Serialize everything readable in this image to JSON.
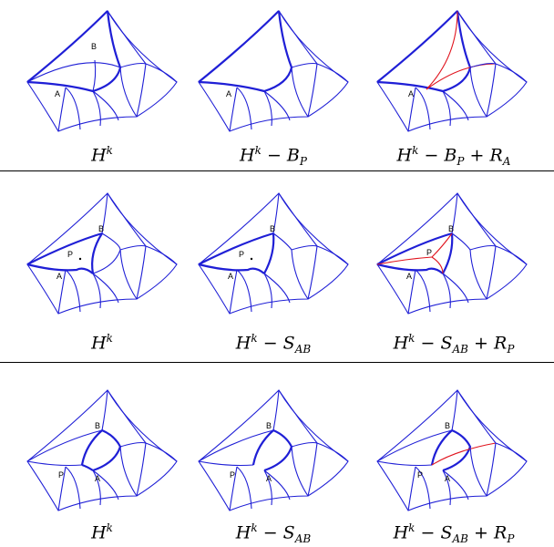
{
  "rows": [
    {
      "panels": [
        {
          "caption": {
            "base": "H",
            "sup": "k",
            "rest": []
          },
          "labels": {
            "A": "A",
            "B": "B"
          }
        },
        {
          "caption": {
            "base": "H",
            "sup": "k",
            "rest": [
              {
                "op": "−",
                "sym": "B",
                "sub": "P"
              }
            ]
          },
          "labels": {
            "A": "A"
          }
        },
        {
          "caption": {
            "base": "H",
            "sup": "k",
            "rest": [
              {
                "op": "−",
                "sym": "B",
                "sub": "P"
              },
              {
                "op": "+",
                "sym": "R",
                "sub": "A"
              }
            ]
          },
          "labels": {
            "A": "A"
          }
        }
      ]
    },
    {
      "panels": [
        {
          "caption": {
            "base": "H",
            "sup": "k",
            "rest": []
          },
          "labels": {
            "A": "A",
            "B": "B",
            "P": "P"
          }
        },
        {
          "caption": {
            "base": "H",
            "sup": "k",
            "rest": [
              {
                "op": "−",
                "sym": "S",
                "sub": "AB"
              }
            ]
          },
          "labels": {
            "A": "A",
            "B": "B",
            "P": "P"
          }
        },
        {
          "caption": {
            "base": "H",
            "sup": "k",
            "rest": [
              {
                "op": "−",
                "sym": "S",
                "sub": "AB"
              },
              {
                "op": "+",
                "sym": "R",
                "sub": "P"
              }
            ]
          },
          "labels": {
            "A": "A",
            "B": "B",
            "P": "P"
          }
        }
      ]
    },
    {
      "panels": [
        {
          "caption": {
            "base": "H",
            "sup": "k",
            "rest": []
          },
          "labels": {
            "A": "A",
            "B": "B",
            "P": "P"
          }
        },
        {
          "caption": {
            "base": "H",
            "sup": "k",
            "rest": [
              {
                "op": "−",
                "sym": "S",
                "sub": "AB"
              }
            ]
          },
          "labels": {
            "A": "A",
            "B": "B",
            "P": "P"
          }
        },
        {
          "caption": {
            "base": "H",
            "sup": "k",
            "rest": [
              {
                "op": "−",
                "sym": "S",
                "sub": "AB"
              },
              {
                "op": "+",
                "sym": "R",
                "sub": "P"
              }
            ]
          },
          "labels": {
            "A": "A",
            "B": "B",
            "P": "P"
          }
        }
      ]
    }
  ],
  "colors": {
    "edge": "#1f1fd6",
    "removed_region_new_edges": "#e0141e"
  }
}
